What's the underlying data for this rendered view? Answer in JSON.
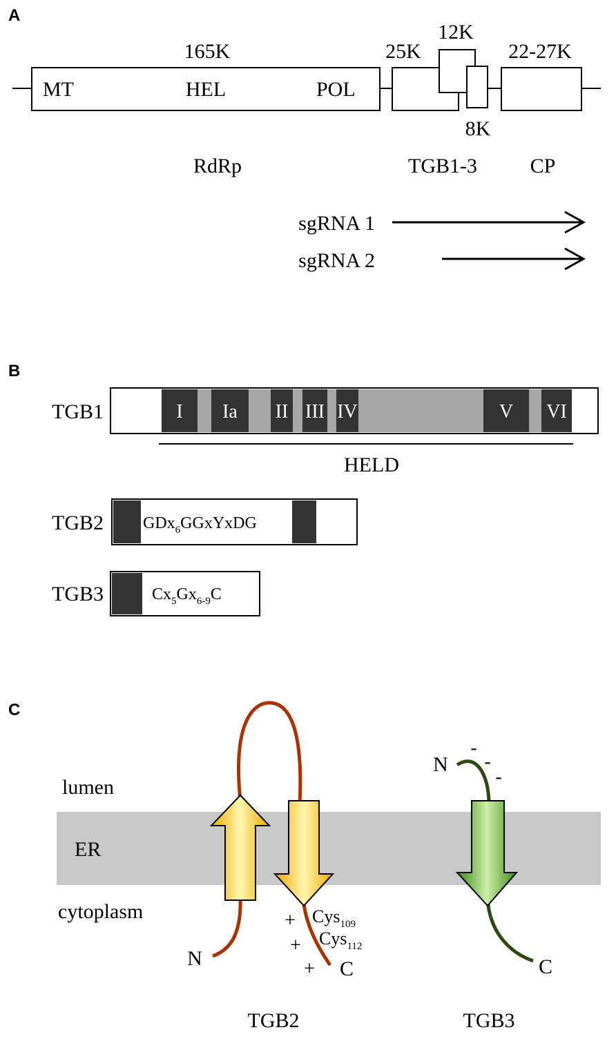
{
  "panel_a": {
    "label": "A",
    "orf1_size": "165K",
    "orf1_domains": [
      "MT",
      "HEL",
      "POL"
    ],
    "orf1_name": "RdRp",
    "tgb1_size": "25K",
    "tgb2_size": "12K",
    "tgb3_size": "8K",
    "tgb_name": "TGB1-3",
    "cp_size": "22-27K",
    "cp_name": "CP",
    "sgrna1": "sgRNA 1",
    "sgrna2": "sgRNA 2"
  },
  "panel_b": {
    "label": "B",
    "tgb1_label": "TGB1",
    "motifs": [
      "I",
      "Ia",
      "II",
      "III",
      "IV",
      "V",
      "VI"
    ],
    "held_label": "HELD",
    "tgb2_label": "TGB2",
    "tgb2_motif": {
      "a": "GDx",
      "sub": "6",
      "b": "GGxYxDG"
    },
    "tgb3_label": "TGB3",
    "tgb3_motif": {
      "a": "Cx",
      "sub1": "5",
      "b": "Gx",
      "sub2": "6-9",
      "c": "C"
    }
  },
  "panel_c": {
    "label": "C",
    "lumen": "lumen",
    "er": "ER",
    "cytoplasm": "cytoplasm",
    "tgb2_n": "N",
    "tgb2_c": "C",
    "cys1": {
      "base": "Cys",
      "sub": "109"
    },
    "cys2": {
      "base": "Cys",
      "sub": "112"
    },
    "plus": "+",
    "tgb3_n": "N",
    "tgb3_c": "C",
    "minus": "-",
    "tgb2_name": "TGB2",
    "tgb3_name": "TGB3",
    "colors": {
      "er_band": "#c8c8c8",
      "tgb2_loop": "#a83200",
      "tgb2_arrow": "#ffcc00",
      "tgb3_line": "#2d4a12",
      "tgb3_arrow": "#5cb82a"
    }
  }
}
